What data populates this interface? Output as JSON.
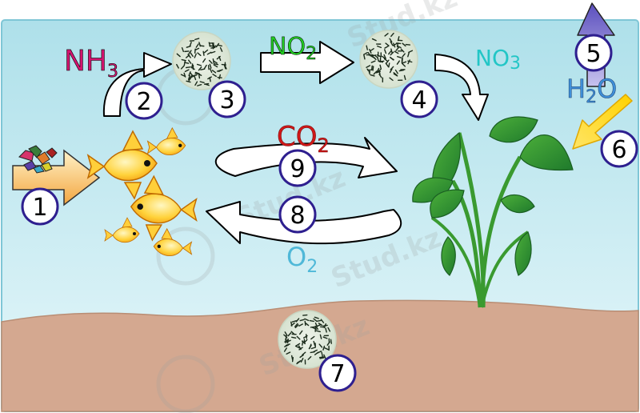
{
  "labels": {
    "ammonia": {
      "main": "NH",
      "sub": "3"
    },
    "nitrite": {
      "main": "NO",
      "sub": "2"
    },
    "nitrate": {
      "main": "NO",
      "sub": "3"
    },
    "water": {
      "main": "H",
      "sub": "2",
      "tail": "O"
    },
    "carbon_dioxide": {
      "main": "CO",
      "sub": "2"
    },
    "oxygen": {
      "main": "O",
      "sub": "2"
    }
  },
  "steps": [
    "1",
    "2",
    "3",
    "4",
    "5",
    "6",
    "7",
    "8",
    "9"
  ],
  "watermark": "Stud.kz",
  "colors": {
    "ammonia": "#d4146f",
    "nitrite": "#22cc22",
    "nitrate": "#22c6c6",
    "water": "#3f8fd8",
    "carbon_dioxide": "#d01818",
    "oxygen": "#4fb8d8",
    "circle_stroke": "#2e1f8f",
    "water_fill": "#c9ecf2",
    "sand": "#d4a890",
    "evaporation_arrow": "#6f63c4",
    "light_arrow": "#ffd200",
    "food_arrow": "#f3a640"
  }
}
